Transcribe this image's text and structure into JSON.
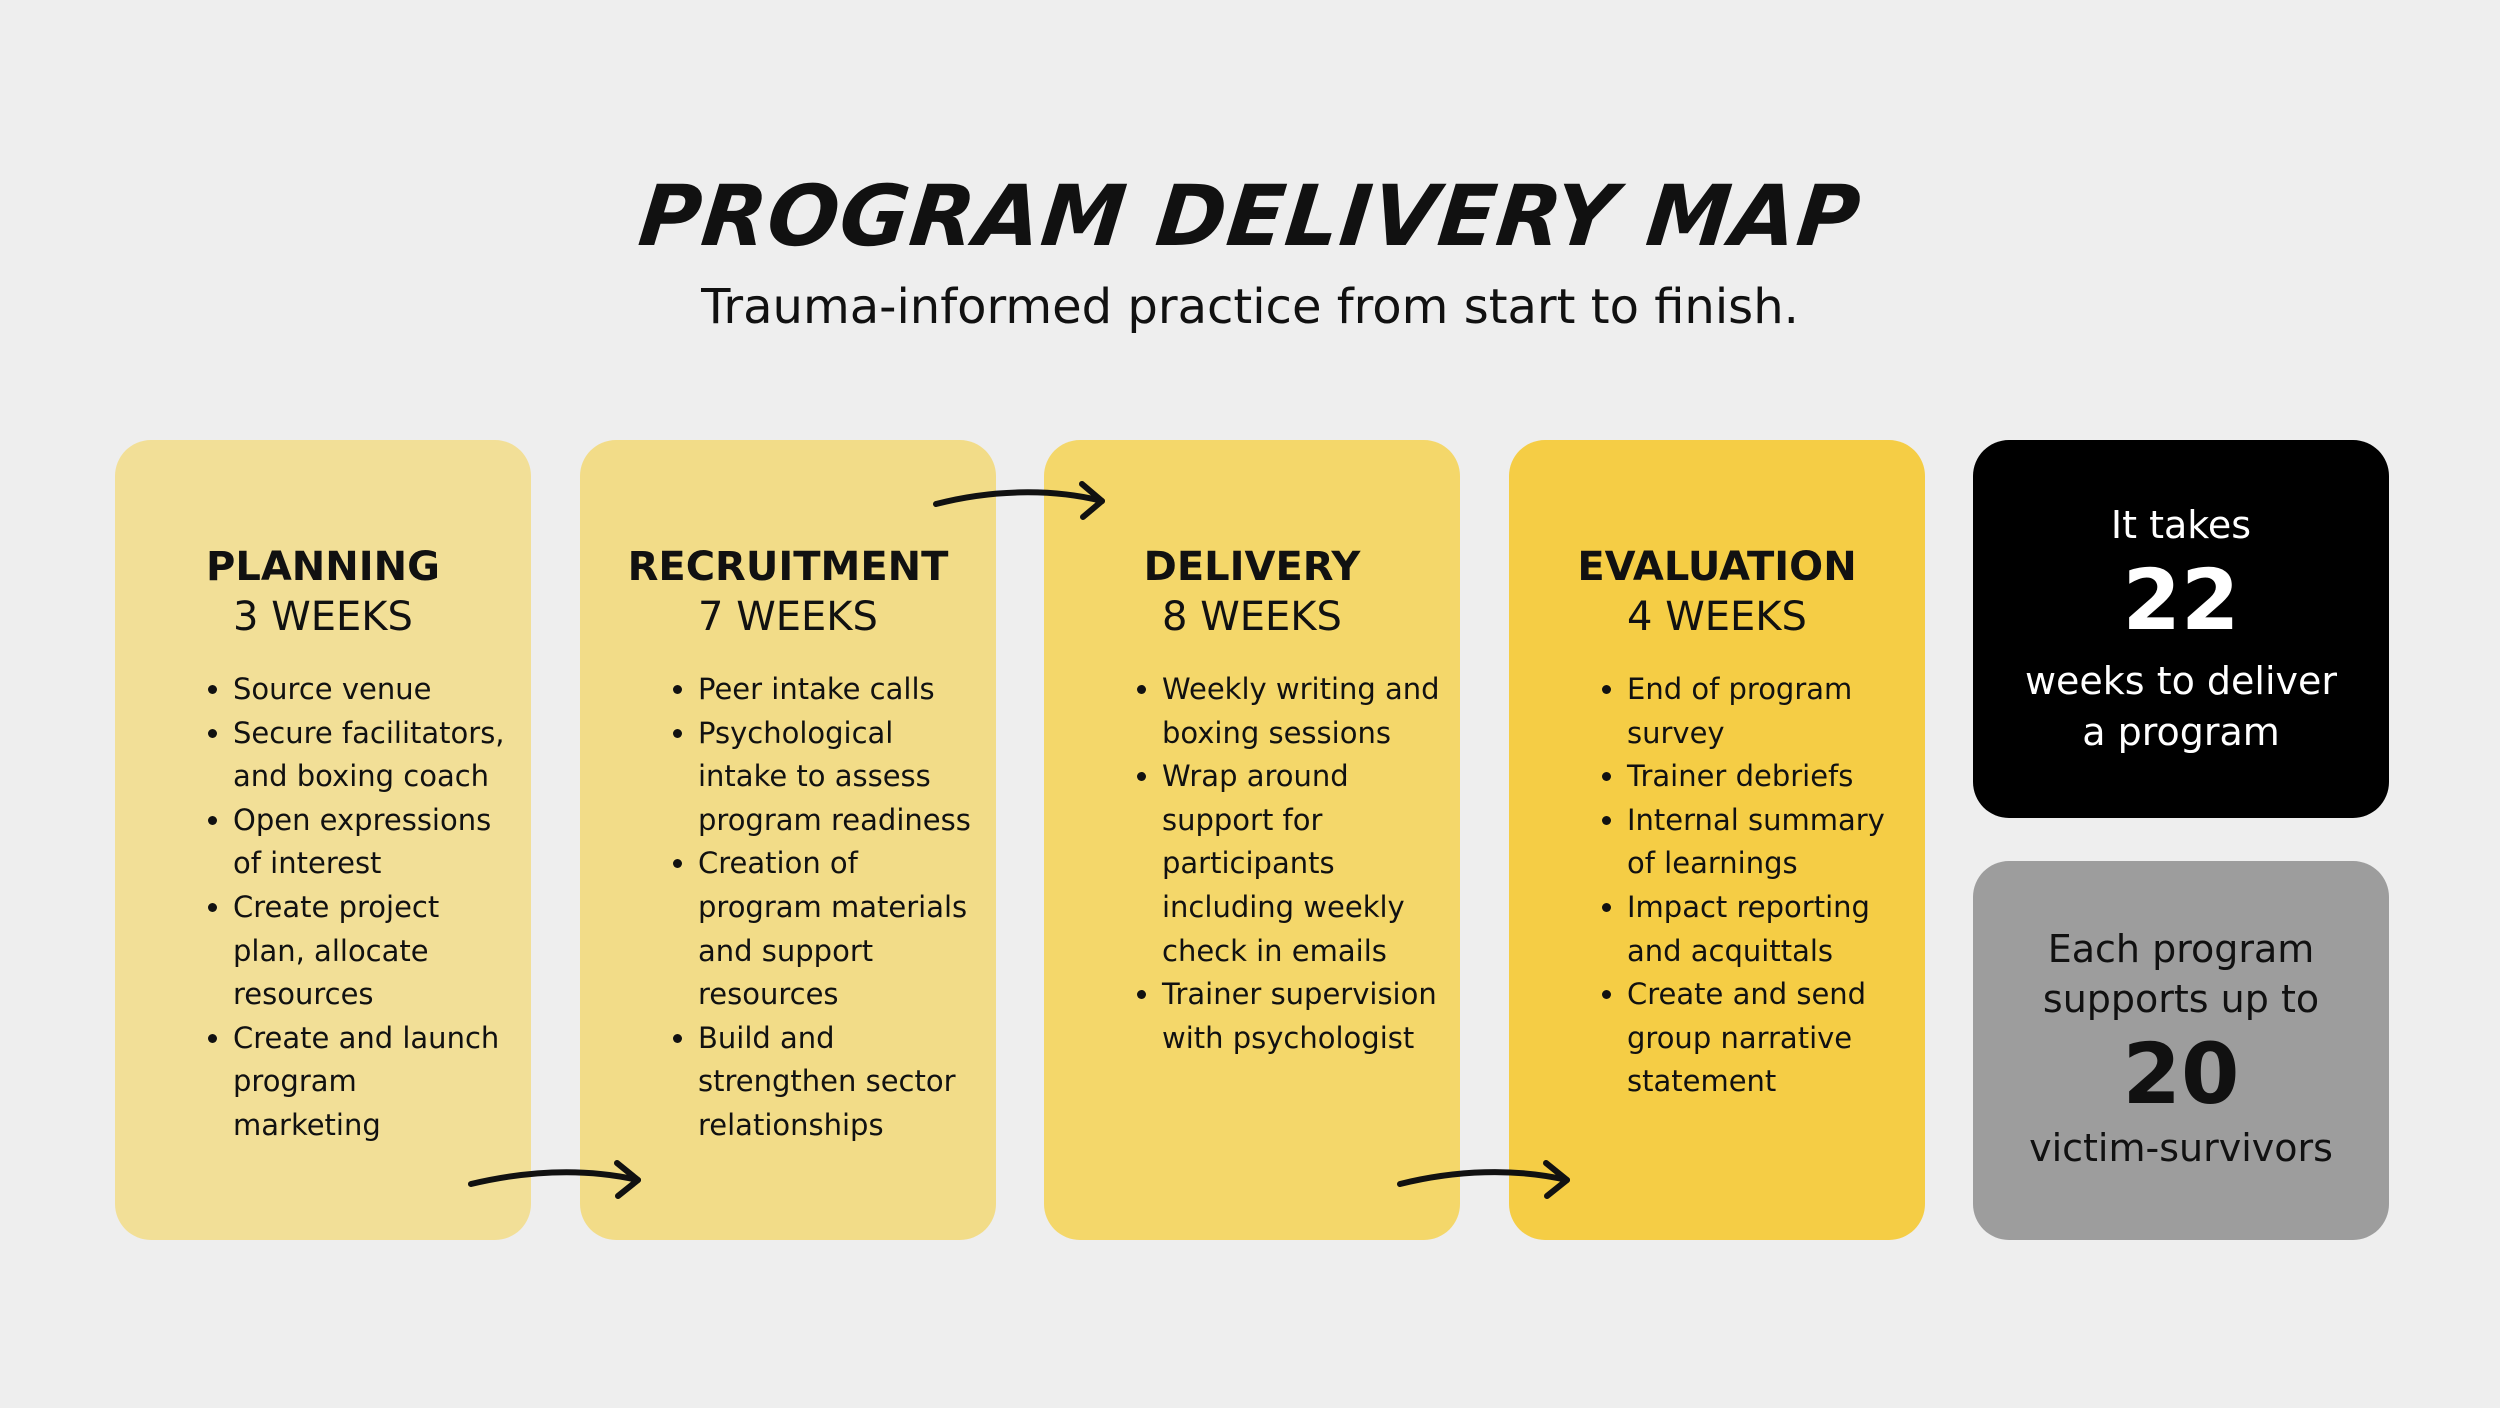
{
  "title": "PROGRAM DELIVERY MAP",
  "subtitle": "Trauma-informed practice from start to finish.",
  "stages": [
    {
      "name": "PLANNING",
      "duration": "3 WEEKS",
      "color": "#f2df97",
      "items": [
        "Source venue",
        "Secure facilitators, and boxing coach",
        "Open expressions of interest",
        "Create project plan, allocate resources",
        "Create and launch program marketing"
      ]
    },
    {
      "name": "RECRUITMENT",
      "duration": "7 WEEKS",
      "color": "#f2dc88",
      "items": [
        "Peer intake calls",
        "Psychological intake to assess program readiness",
        "Creation of program materials and support resources",
        "Build and strengthen sector relationships"
      ]
    },
    {
      "name": "DELIVERY",
      "duration": "8 WEEKS",
      "color": "#f4d76a",
      "items": [
        "Weekly writing and boxing sessions",
        "Wrap around support for participants including weekly check in emails",
        "Trainer supervision with psychologist"
      ]
    },
    {
      "name": "EVALUATION",
      "duration": "4 WEEKS",
      "color": "#f5cd45",
      "items": [
        "End of program survey",
        "Trainer debriefs",
        "Internal summary of learnings",
        "Impact reporting and acquittals",
        "Create and send group narrative statement"
      ]
    }
  ],
  "total_card": {
    "prefix": "It takes",
    "number": "22",
    "suffix_line1": "weeks to deliver",
    "suffix_line2": "a program",
    "background": "#000000"
  },
  "capacity_card": {
    "prefix_line1": "Each program",
    "prefix_line2": "supports up to",
    "number": "20",
    "suffix": "victim-survivors",
    "background": "#9d9d9d"
  },
  "connectors": [
    "arrow-icon",
    "arrow-icon",
    "arrow-icon"
  ]
}
